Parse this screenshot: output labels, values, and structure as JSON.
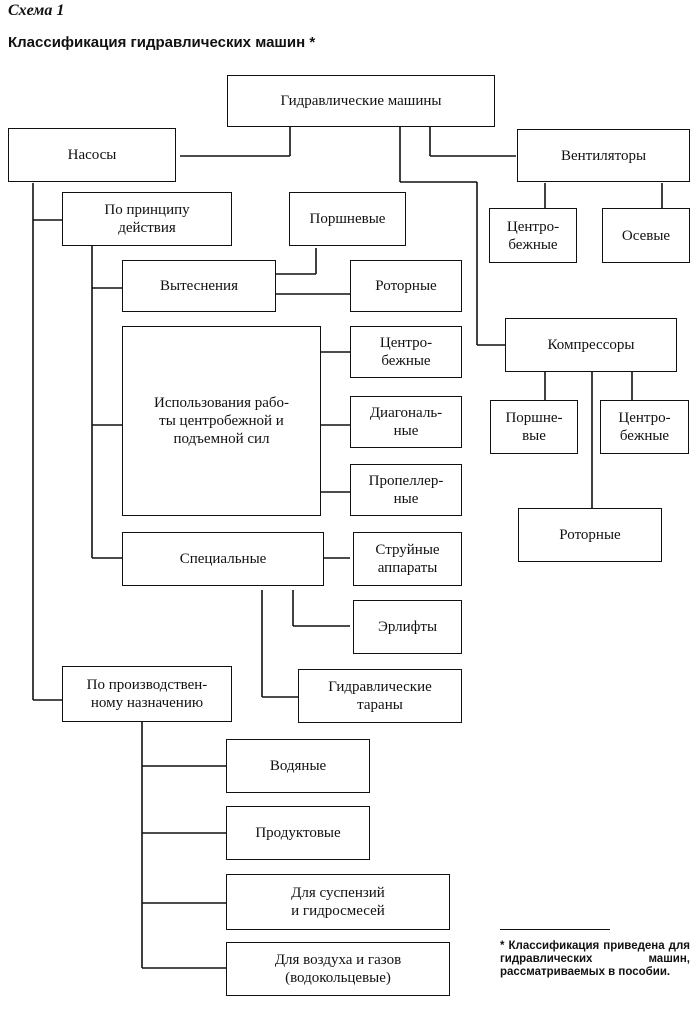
{
  "header": {
    "caption": "Схема 1",
    "title": "Классификация гидравлических машин *"
  },
  "nodes": {
    "root": "Гидравлические машины",
    "pumps": "Насосы",
    "fans": "Вентиляторы",
    "fans_centrifugal": "Центро-\nбежные",
    "fans_axial": "Осевые",
    "compressors": "Компрессоры",
    "comp_piston": "Поршне-\nвые",
    "comp_centrifugal": "Центро-\nбежные",
    "comp_rotary": "Роторные",
    "by_principle": "По принципу\nдействия",
    "displacement": "Вытеснения",
    "piston": "Поршневые",
    "rotary": "Роторные",
    "dynamic": "Использования рабо-\nты центробежной и\nподъемной сил",
    "centrifugal": "Центро-\nбежные",
    "diagonal": "Диагональ-\nные",
    "propeller": "Пропеллер-\nные",
    "special": "Специальные",
    "jet": "Струйные\nаппараты",
    "airlift": "Эрлифты",
    "ram": "Гидравлические\nтараны",
    "by_purpose": "По производствен-\nному назначению",
    "water": "Водяные",
    "food": "Продуктовые",
    "slurry": "Для суспензий\nи гидросмесей",
    "air_gas": "Для воздуха и газов\n(водокольцевые)"
  },
  "footnote": "* Классификация приведена для гидравлических машин, рассматриваемых в пособии."
}
